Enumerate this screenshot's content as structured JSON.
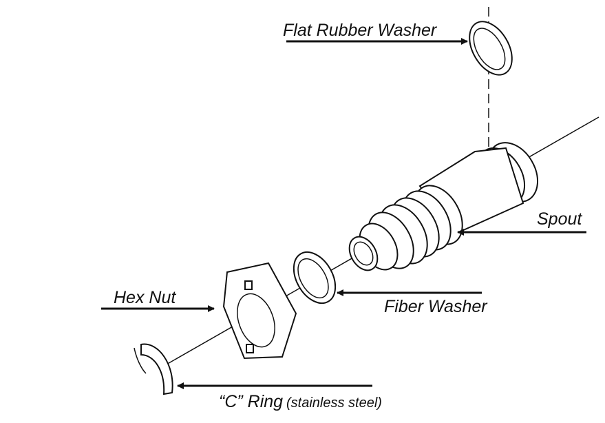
{
  "labels": {
    "flat_rubber_washer": "Flat Rubber Washer",
    "spout": "Spout",
    "hex_nut": "Hex Nut",
    "fiber_washer": "Fiber Washer",
    "c_ring": "“C” Ring",
    "c_ring_note": "(stainless steel)"
  },
  "colors": {
    "ink": "#111111",
    "background": "#ffffff"
  }
}
